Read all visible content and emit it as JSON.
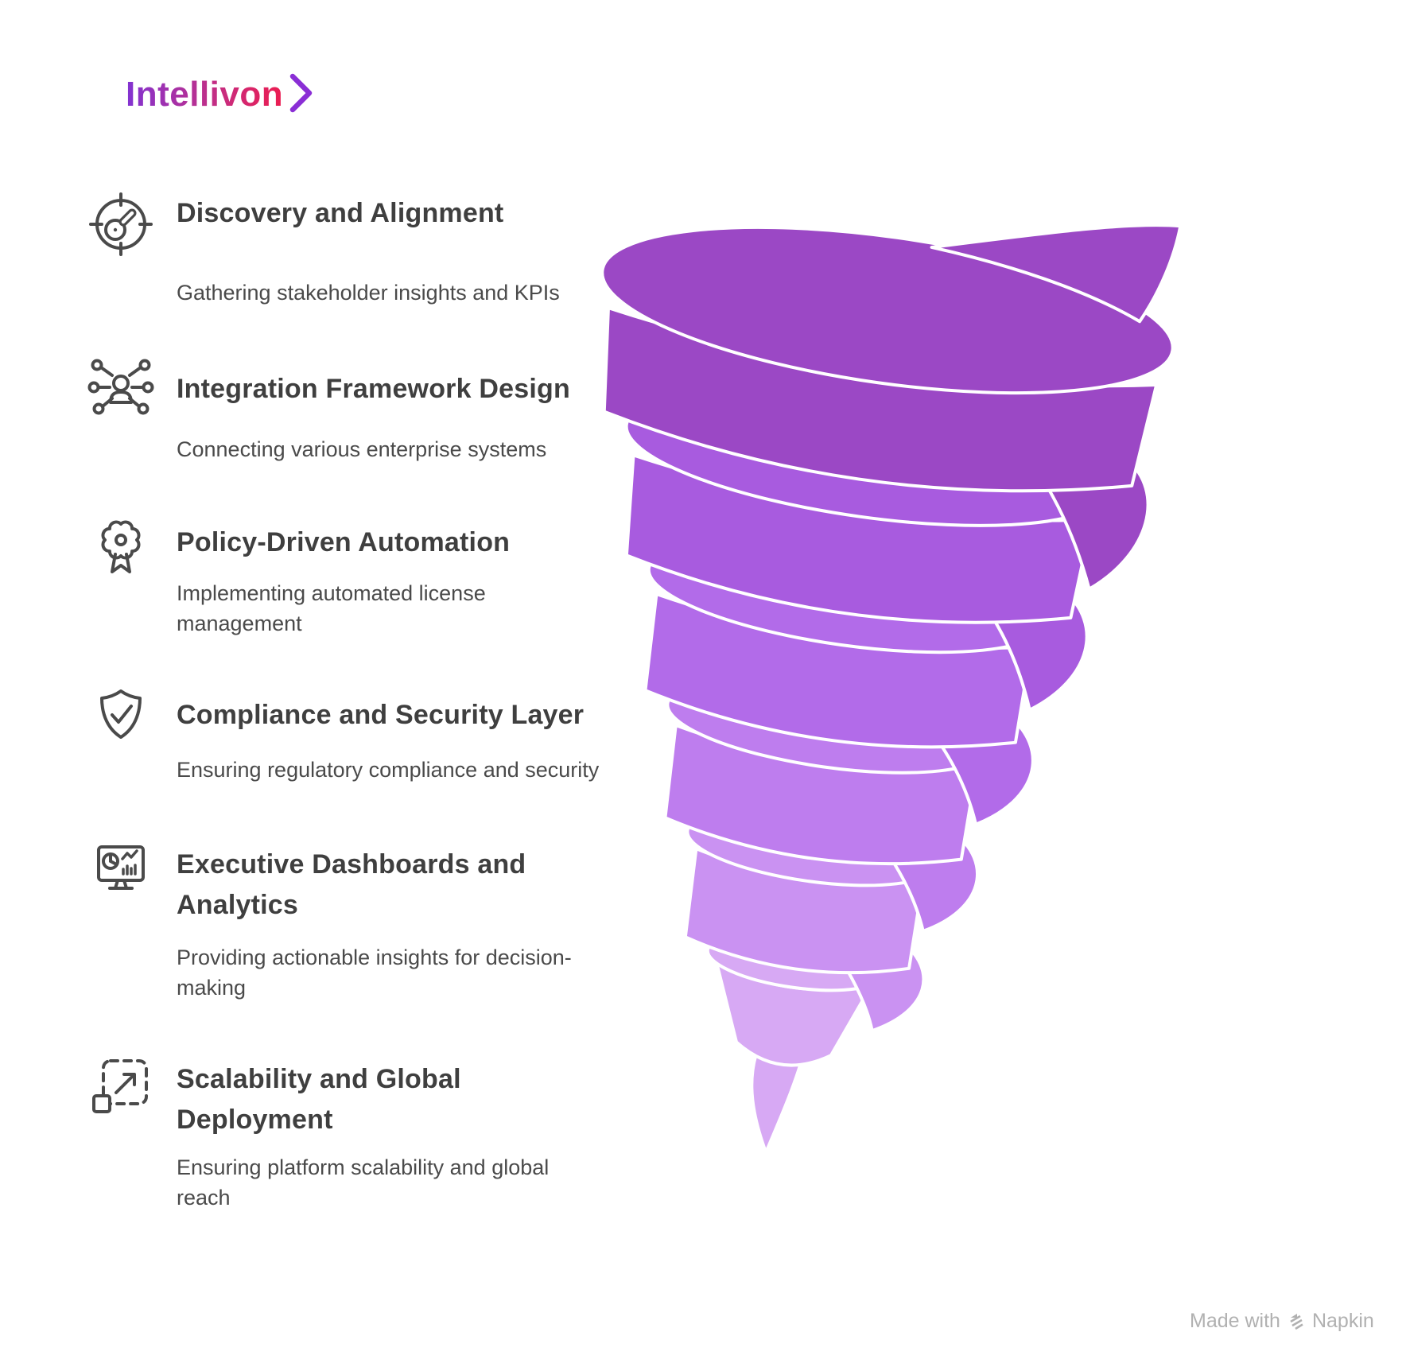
{
  "logo": {
    "text": "Intellivon",
    "gradient": [
      "#8233D2",
      "#C22F86",
      "#EC1C50"
    ],
    "chevron_color": "#8A2ED5"
  },
  "items": [
    {
      "icon": "target-compass-icon",
      "title": "Discovery and Alignment",
      "subtitle": "Gathering stakeholder insights and KPIs"
    },
    {
      "icon": "network-person-icon",
      "title": "Integration Framework Design",
      "subtitle": "Connecting various enterprise systems"
    },
    {
      "icon": "award-rosette-icon",
      "title": "Policy-Driven Automation",
      "subtitle": "Implementing automated license\nmanagement"
    },
    {
      "icon": "shield-check-icon",
      "title": "Compliance and Security Layer",
      "subtitle": "Ensuring regulatory compliance and security"
    },
    {
      "icon": "dashboard-monitor-icon",
      "title": "Executive Dashboards and\nAnalytics",
      "subtitle": "Providing actionable insights for decision-\nmaking"
    },
    {
      "icon": "expand-scale-icon",
      "title": "Scalability and Global\nDeployment",
      "subtitle": "Ensuring platform scalability and global\nreach"
    }
  ],
  "funnel": {
    "type": "spiral-funnel",
    "segments": 6,
    "direction": "wide-top-to-tip-bottom",
    "colors": [
      "#9B48C5",
      "#A85BDF",
      "#B26BE9",
      "#BE7DEE",
      "#CA92F2",
      "#D7A9F4"
    ]
  },
  "footer": {
    "made_with": "Made with",
    "brand": "Napkin"
  }
}
